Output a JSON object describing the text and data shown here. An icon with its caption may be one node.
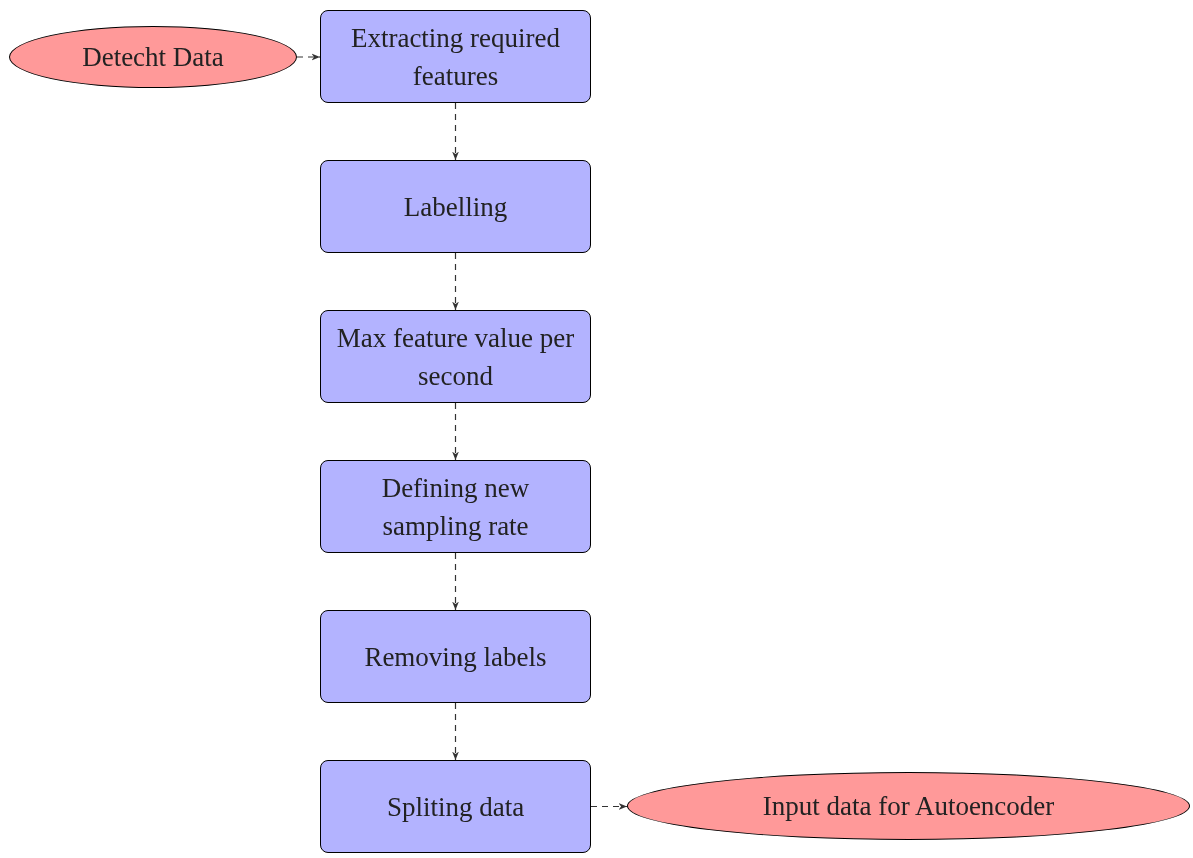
{
  "diagram": {
    "nodes": [
      {
        "text": [
          "Detecht Data"
        ]
      },
      {
        "text": [
          "Extracting required features"
        ]
      },
      {
        "text": [
          "Labelling"
        ]
      },
      {
        "text": [
          "Max feature value per second"
        ]
      },
      {
        "text": [
          "Defining new sampling rate"
        ]
      },
      {
        "text": [
          "Removing labels"
        ]
      },
      {
        "text": [
          "Spliting data"
        ]
      },
      {
        "text": [
          "Input data for Autoencoder"
        ]
      }
    ],
    "edges": [
      {
        "from": 0,
        "to": 1,
        "arrow": "to",
        "style": "dashed"
      },
      {
        "from": 1,
        "to": 2,
        "arrow": "to",
        "style": "dashed"
      },
      {
        "from": 2,
        "to": 3,
        "arrow": "to",
        "style": "dashed"
      },
      {
        "from": 3,
        "to": 4,
        "arrow": "to",
        "style": "dashed"
      },
      {
        "from": 4,
        "to": 5,
        "arrow": "to",
        "style": "dashed"
      },
      {
        "from": 5,
        "to": 6,
        "arrow": "to",
        "style": "dashed"
      },
      {
        "from": 6,
        "to": 7,
        "arrow": "to",
        "style": "dashed"
      }
    ]
  }
}
